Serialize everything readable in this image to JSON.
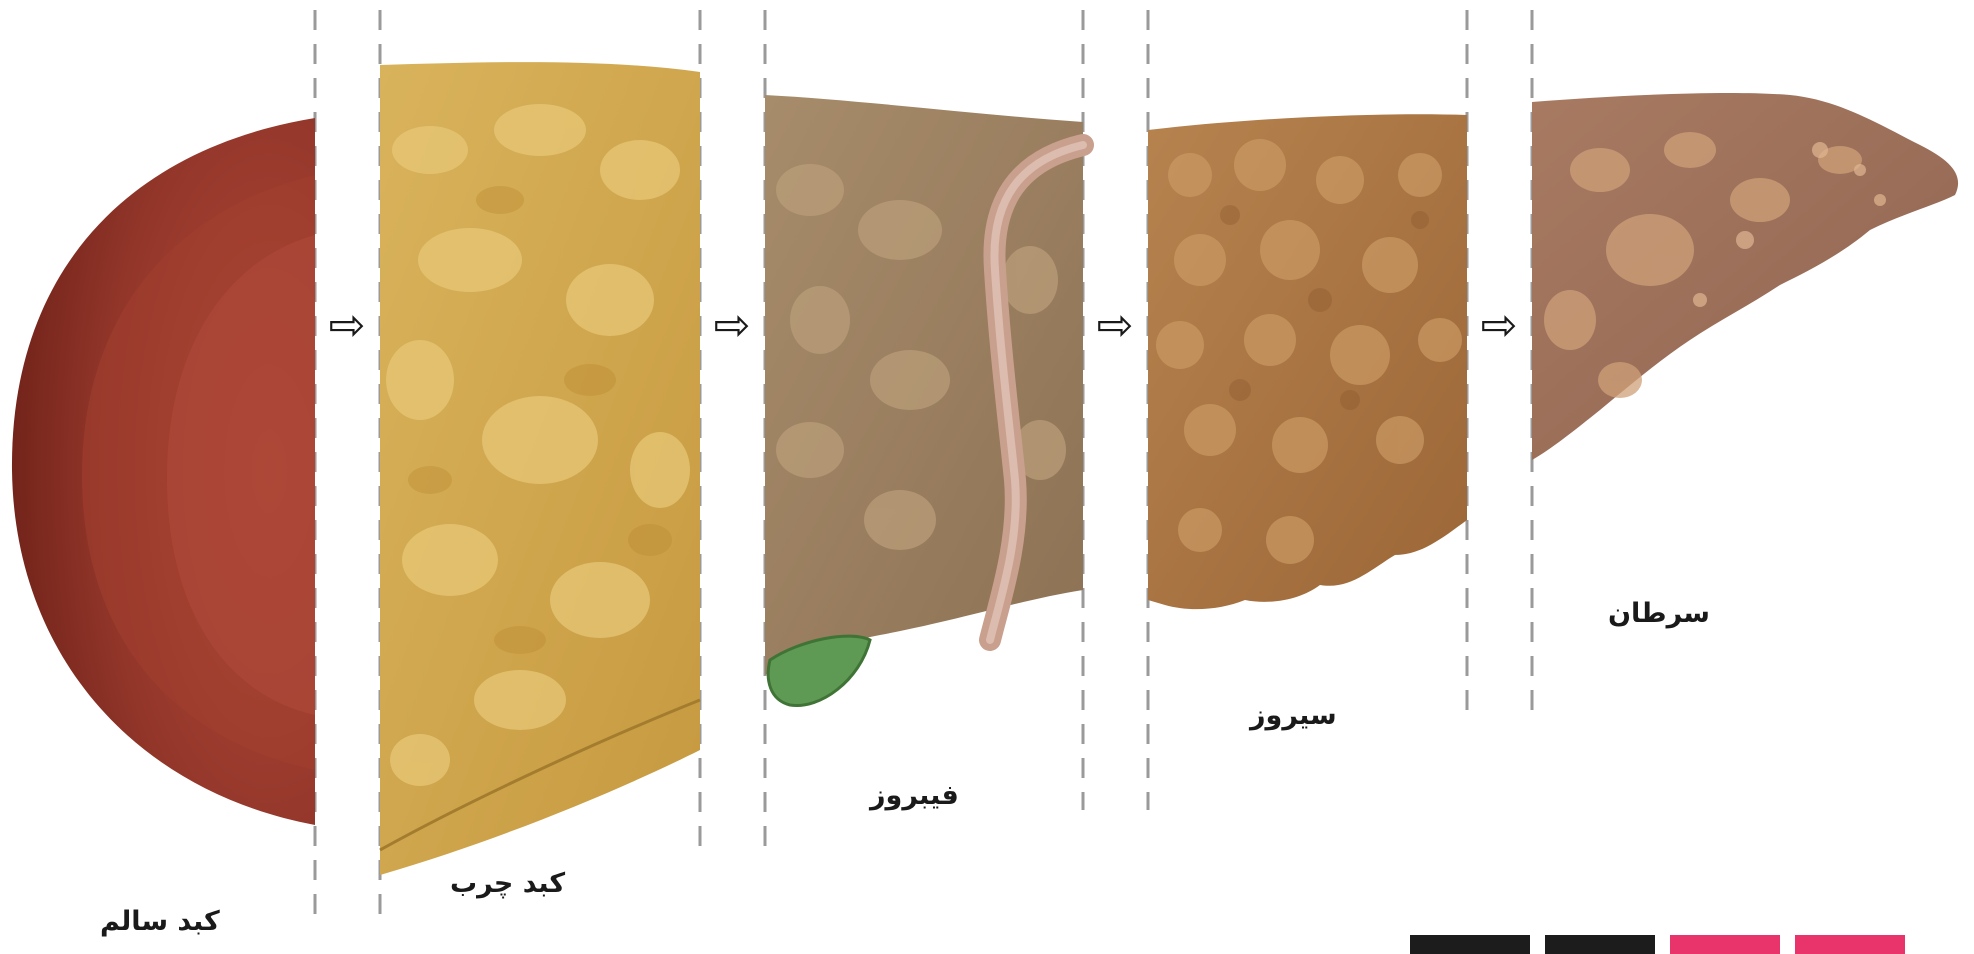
{
  "stages": [
    {
      "id": "healthy",
      "label": "کبد سالم",
      "color": "#8e2f22"
    },
    {
      "id": "fatty",
      "label": "کبد چرب",
      "color": "#d7ab4f"
    },
    {
      "id": "fibrosis",
      "label": "فیبروز",
      "color": "#9c8262"
    },
    {
      "id": "cirrhosis",
      "label": "سیروز",
      "color": "#b07a45"
    },
    {
      "id": "cancer",
      "label": "سرطان",
      "color": "#a57a63"
    }
  ],
  "arrow_glyph": "⇨",
  "colors": {
    "divider": "#9a9a9a",
    "gallbladder": "#5f9a55",
    "vessel": "#c9a08e",
    "watermark_dark": "#1c1c1c",
    "watermark_pink": "#e8336b"
  }
}
